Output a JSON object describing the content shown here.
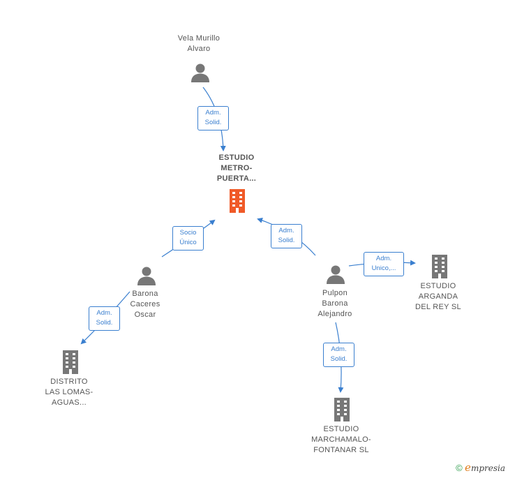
{
  "colors": {
    "accent": "#3a7fcf",
    "main_company": "#f05a28",
    "entity": "#777777"
  },
  "nodes": {
    "vela": {
      "line1": "Vela Murillo",
      "line2": "Alvaro"
    },
    "estudio_metro": {
      "line1": "ESTUDIO",
      "line2": "METRO-",
      "line3": "PUERTA..."
    },
    "barona": {
      "line1": "Barona",
      "line2": "Caceres",
      "line3": "Oscar"
    },
    "pulpon": {
      "line1": "Pulpon",
      "line2": "Barona",
      "line3": "Alejandro"
    },
    "arganda": {
      "line1": "ESTUDIO",
      "line2": "ARGANDA",
      "line3": "DEL REY  SL"
    },
    "distrito": {
      "line1": "DISTRITO",
      "line2": "LAS LOMAS-",
      "line3": "AGUAS..."
    },
    "marchamalo": {
      "line1": "ESTUDIO",
      "line2": "MARCHAMALO-",
      "line3": "FONTANAR  SL"
    }
  },
  "edges": {
    "vela_metro": {
      "line1": "Adm.",
      "line2": "Solid."
    },
    "barona_metro": {
      "line1": "Socio",
      "line2": "Único"
    },
    "pulpon_metro": {
      "line1": "Adm.",
      "line2": "Solid."
    },
    "pulpon_arganda": {
      "line1": "Adm.",
      "line2": "Unico,..."
    },
    "barona_distrito": {
      "line1": "Adm.",
      "line2": "Solid."
    },
    "pulpon_marchamalo": {
      "line1": "Adm.",
      "line2": "Solid."
    }
  },
  "brand": {
    "copyright": "©",
    "e": "e",
    "rest": "mpresia"
  }
}
